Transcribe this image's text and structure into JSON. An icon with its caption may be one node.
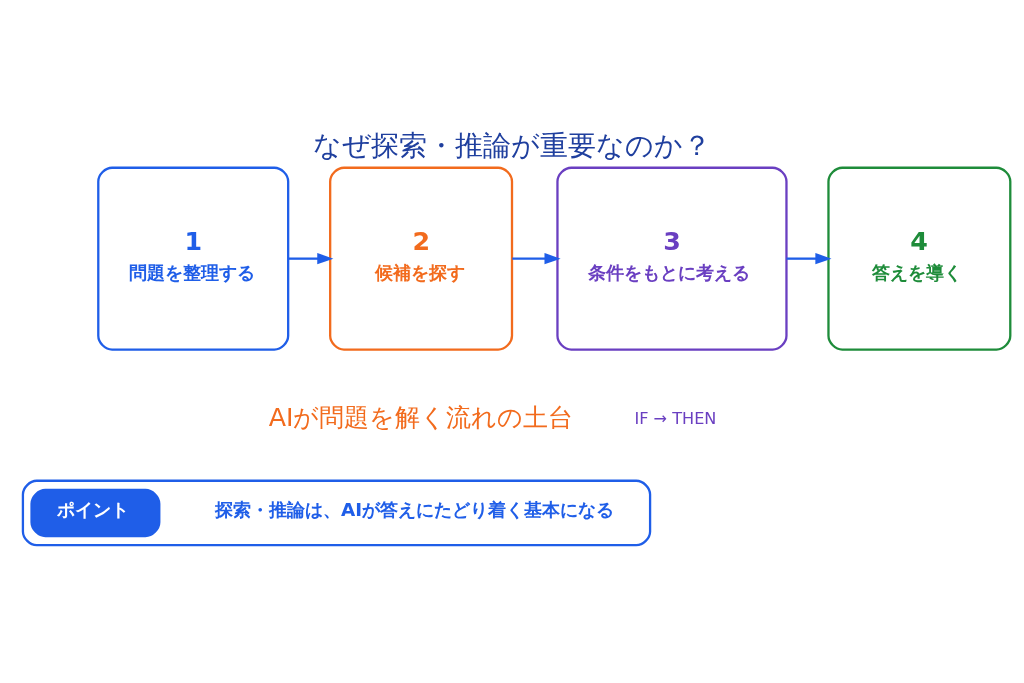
{
  "diagram": {
    "title": "なぜ探索・推論が重要なのか？",
    "nodes": [
      {
        "text": [
          "1",
          "問題を整理する"
        ]
      },
      {
        "text": [
          "2",
          "候補を探す"
        ]
      },
      {
        "text": [
          "3",
          "条件をもとに考える"
        ]
      },
      {
        "text": [
          "4",
          "答えを導く"
        ]
      },
      {
        "text": [
          "探索・推論は、AIが答えにたどり着く基本になる"
        ]
      },
      {
        "text": [
          "ポイント"
        ],
        "in": 4
      }
    ],
    "edges": [
      {
        "from": 0,
        "to": 1,
        "arrow": "to"
      },
      {
        "from": 1,
        "to": 2,
        "arrow": "to"
      },
      {
        "from": 2,
        "to": 3,
        "arrow": "to"
      }
    ],
    "labels": [
      "IF → THEN",
      "AIが問題を解く流れの土台"
    ]
  }
}
